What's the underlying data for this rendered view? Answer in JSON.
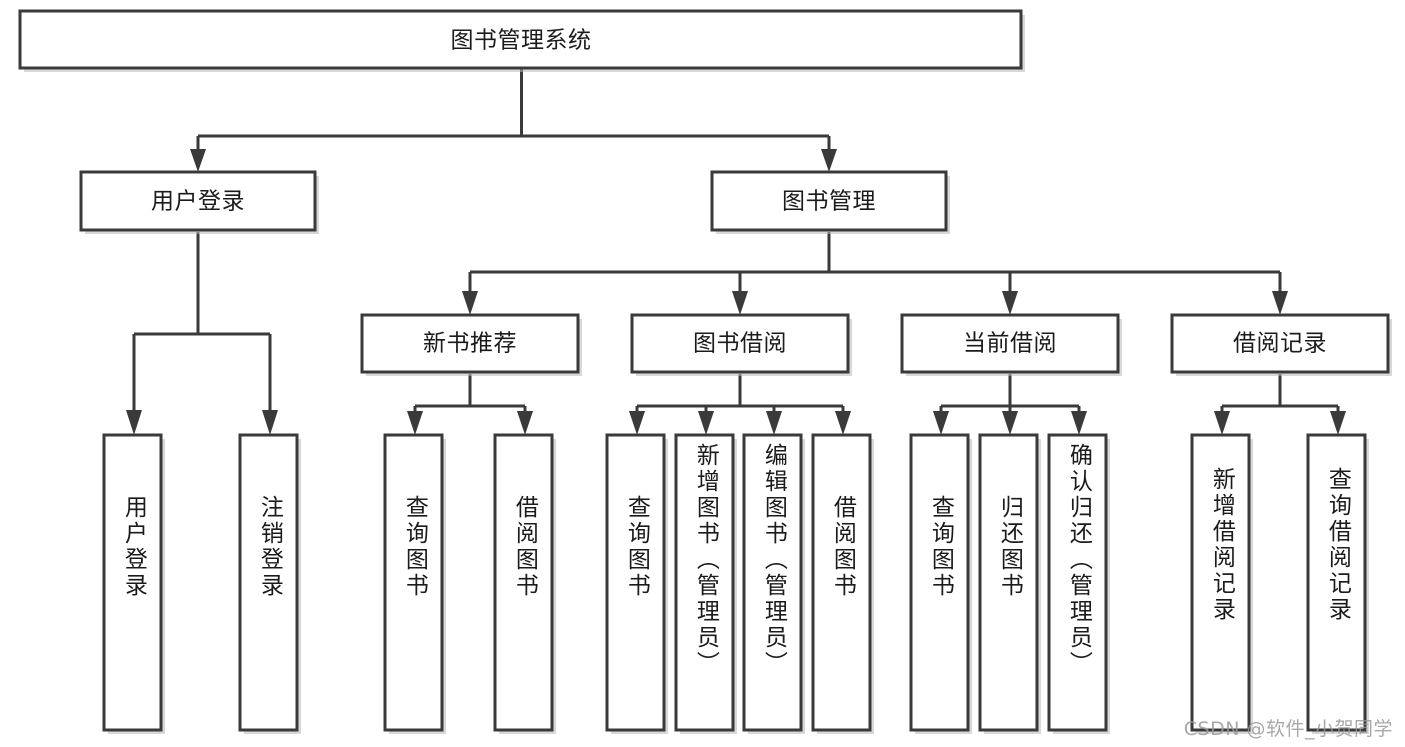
{
  "diagram": {
    "type": "tree-hierarchy-chart",
    "title_text": "图书管理系统",
    "watermark": "CSDN @软件_小贺同学",
    "colors": {
      "box_fill": "#ffffff",
      "box_stroke": "#3a3a3a",
      "connector": "#3a3a3a",
      "text": "#1b1b1b",
      "watermark": "#9a9a9a",
      "background": "#ffffff"
    },
    "root": {
      "label": "图书管理系统",
      "orientation": "horizontal"
    },
    "level2": [
      {
        "label": "用户登录",
        "orientation": "horizontal"
      },
      {
        "label": "图书管理",
        "orientation": "horizontal"
      }
    ],
    "level3": [
      {
        "label": "新书推荐",
        "orientation": "horizontal"
      },
      {
        "label": "图书借阅",
        "orientation": "horizontal"
      },
      {
        "label": "当前借阅",
        "orientation": "horizontal"
      },
      {
        "label": "借阅记录",
        "orientation": "horizontal"
      }
    ],
    "leaves": {
      "user_login": [
        {
          "label": "用户登录",
          "orientation": "vertical"
        },
        {
          "label": "注销登录",
          "orientation": "vertical"
        }
      ],
      "new_book_recommend": [
        {
          "label": "查询图书",
          "orientation": "vertical"
        },
        {
          "label": "借阅图书",
          "orientation": "vertical"
        }
      ],
      "book_borrow": [
        {
          "label": "查询图书",
          "orientation": "vertical"
        },
        {
          "label": "新增图书（管理员）",
          "orientation": "vertical"
        },
        {
          "label": "编辑图书（管理员）",
          "orientation": "vertical"
        },
        {
          "label": "借阅图书",
          "orientation": "vertical"
        }
      ],
      "current_borrow": [
        {
          "label": "查询图书",
          "orientation": "vertical"
        },
        {
          "label": "归还图书",
          "orientation": "vertical"
        },
        {
          "label": "确认归还（管理员）",
          "orientation": "vertical"
        }
      ],
      "borrow_record": [
        {
          "label": "新增借阅记录",
          "orientation": "vertical"
        },
        {
          "label": "查询借阅记录",
          "orientation": "vertical"
        }
      ]
    }
  }
}
